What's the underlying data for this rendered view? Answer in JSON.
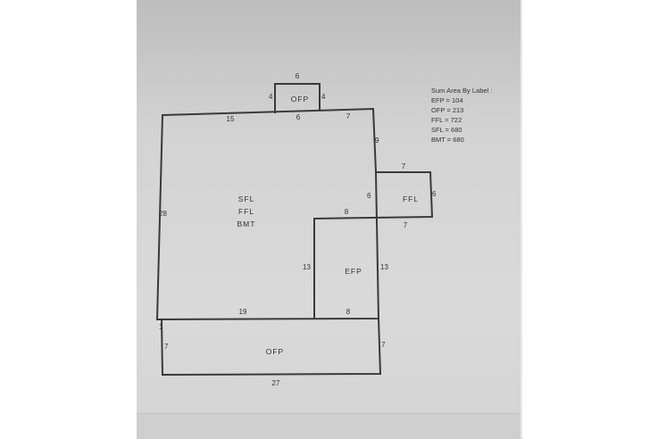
{
  "legend": {
    "title": "Sum Area By Label :",
    "items": [
      "EFP = 104",
      "OFP = 213",
      "FFL = 722",
      "SFL = 680",
      "BMT = 680"
    ]
  },
  "areas": {
    "main": [
      "SFL",
      "FFL",
      "BMT"
    ],
    "top_porch": "OFP",
    "side": "FFL",
    "inset": "EFP",
    "bottom_porch": "OFP"
  },
  "dimensions": {
    "top_porch_top": "6",
    "top_porch_left": "4",
    "top_porch_right": "4",
    "top_porch_base": "6",
    "main_top_left": "15",
    "main_top_right": "7",
    "main_right_upper": "9",
    "main_left": "28",
    "side_top": "7",
    "side_right": "6",
    "side_left": "6",
    "side_bottom": "7",
    "inset_top": "8",
    "inset_left": "13",
    "inset_right": "13",
    "inset_bottom": "8",
    "main_bottom": "19",
    "bottom_porch_left_top": "1",
    "bottom_porch_left": "7",
    "bottom_porch_right": "7",
    "bottom_porch_bottom": "27"
  }
}
